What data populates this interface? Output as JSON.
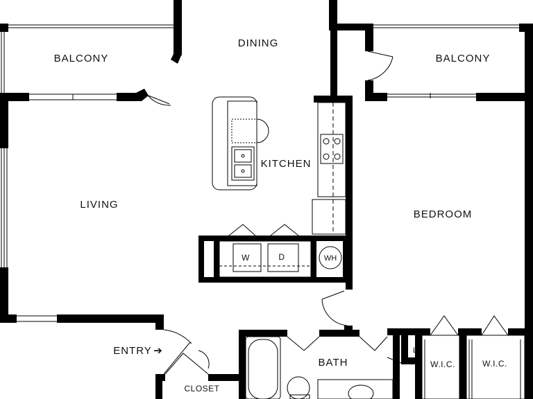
{
  "floorplan": {
    "rooms": {
      "balcony_left": "BALCONY",
      "dining": "DINING",
      "balcony_right": "BALCONY",
      "kitchen": "KITCHEN",
      "living": "LIVING",
      "bedroom": "BEDROOM",
      "entry": "ENTRY",
      "closet": "CLOSET",
      "bath": "BATH",
      "wic_1": "W.I.C.",
      "wic_2": "W.I.C."
    },
    "fixtures": {
      "washer": "W",
      "dryer": "D",
      "water_heater": "WH",
      "linen": "L",
      "entry_arrow": "➔"
    }
  }
}
